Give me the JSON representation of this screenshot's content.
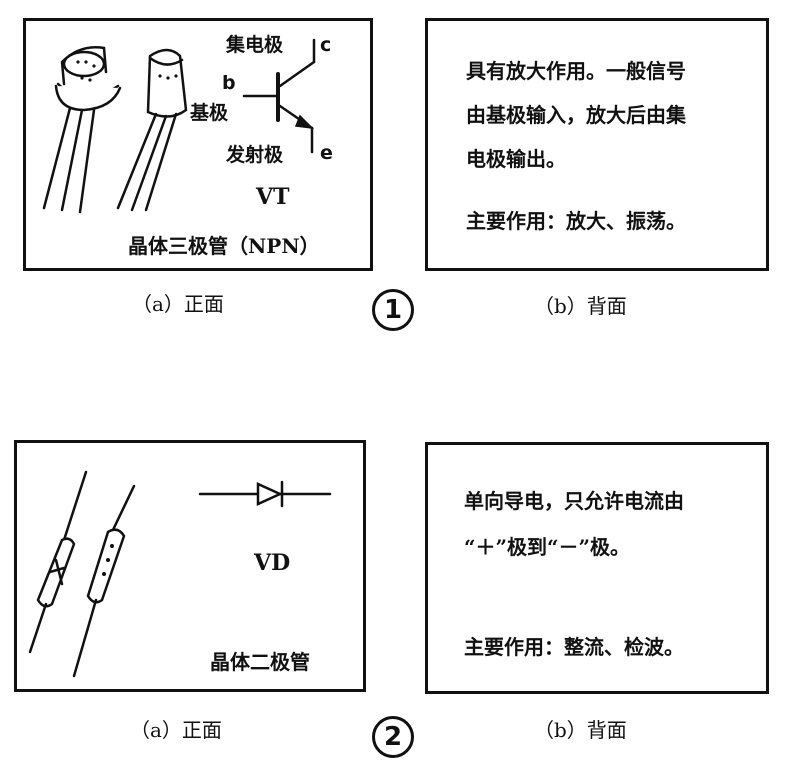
{
  "transistor": {
    "front": {
      "title": "晶体三极管（NPN）",
      "symbol": "VT",
      "collector_label": "集电极",
      "collector_letter": "c",
      "base_label": "基极",
      "base_letter": "b",
      "emitter_label": "发射极",
      "emitter_letter": "e",
      "caption": "（a）正面"
    },
    "back": {
      "lines": [
        "具有放大作用。一般信号",
        "由基极输入，放大后由集",
        "电极输出。"
      ],
      "function": "主要作用：放大、振荡。",
      "caption": "（b）背面"
    },
    "number": "1"
  },
  "diode": {
    "front": {
      "title": "晶体二极管",
      "symbol": "VD",
      "caption": "（a）正面"
    },
    "back": {
      "lines": [
        "单向导电，只允许电流由",
        "“＋”极到“－”极。"
      ],
      "function": "主要作用：整流、检波。",
      "caption": "（b）背面"
    },
    "number": "2"
  }
}
